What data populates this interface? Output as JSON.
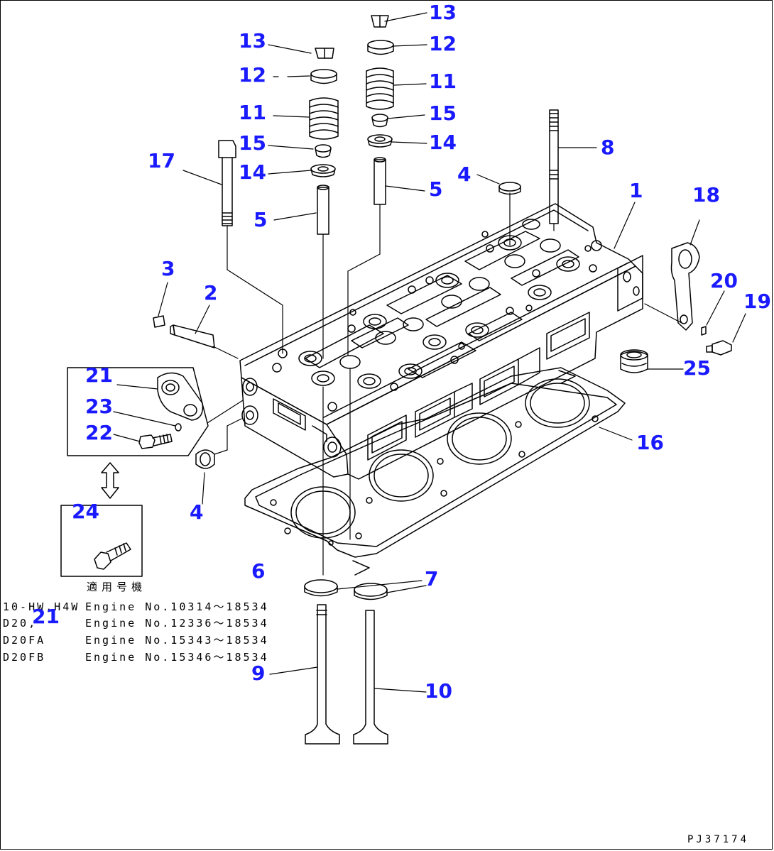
{
  "callouts": {
    "c1": "1",
    "c2": "2",
    "c3": "3",
    "c4a": "4",
    "c4b": "4",
    "c5a": "5",
    "c5b": "5",
    "c6": "6",
    "c7": "7",
    "c8": "8",
    "c9": "9",
    "c10": "10",
    "c11a": "11",
    "c11b": "11",
    "c12a": "12",
    "c12b": "12",
    "c13a": "13",
    "c13b": "13",
    "c14a": "14",
    "c14b": "14",
    "c15a": "15",
    "c15b": "15",
    "c16": "16",
    "c17": "17",
    "c18": "18",
    "c19": "19",
    "c20": "20",
    "c21a": "21",
    "c21b": "21",
    "c22": "22",
    "c23": "23",
    "c24": "24",
    "c25": "25"
  },
  "applicability": {
    "heading": "適用号機",
    "rows": [
      {
        "model": "10-HW,H4W",
        "engine": "Engine No.10314〜18534"
      },
      {
        "model": "D20,",
        "engine": "Engine No.12336〜18534"
      },
      {
        "model": "D20FA",
        "engine": "Engine No.15343〜18534"
      },
      {
        "model": "D20FB",
        "engine": "Engine No.15346〜18534"
      }
    ]
  },
  "drawing_code": "PJ37174",
  "colors": {
    "callout": "#1a1aff",
    "line": "#000000"
  }
}
